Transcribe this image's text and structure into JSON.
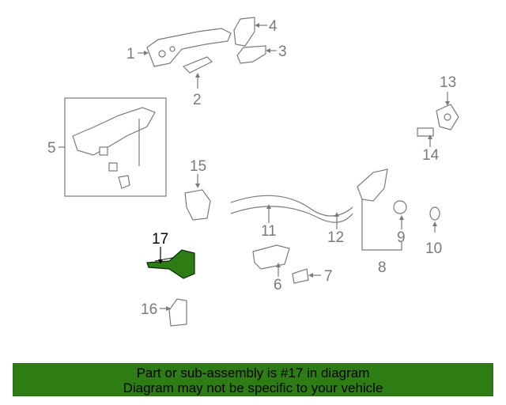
{
  "diagram": {
    "callouts": [
      "1",
      "2",
      "3",
      "4",
      "5",
      "6",
      "7",
      "8",
      "9",
      "10",
      "11",
      "12",
      "13",
      "14",
      "15",
      "16",
      "17"
    ],
    "highlighted_part": "17"
  },
  "banner": {
    "line1": "Part or sub-assembly is #17 in diagram",
    "line2": "Diagram may not be specific to your vehicle"
  },
  "colors": {
    "banner_bg": "#2e7d14",
    "highlight_part": "#2e7d14",
    "drawing": "#7a7a7a"
  }
}
